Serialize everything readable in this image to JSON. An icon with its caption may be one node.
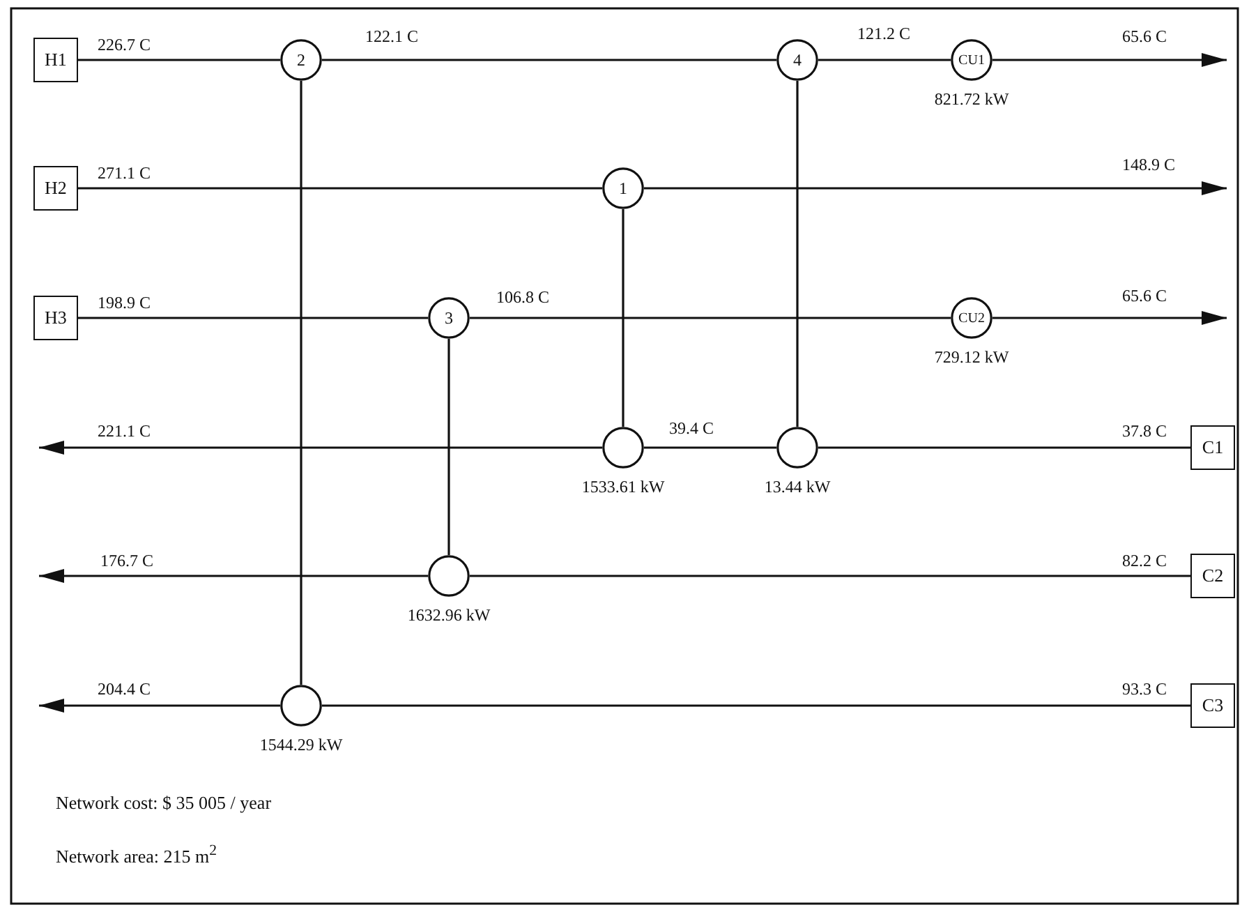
{
  "diagram": {
    "nodes": [
      {
        "text": [
          "H1"
        ]
      },
      {
        "text": [
          "2"
        ]
      },
      {
        "text": [
          "4"
        ]
      },
      {
        "text": [
          "CU1"
        ],
        "beside": [
          "821.72 kW"
        ]
      },
      {
        "text": [
          "H2"
        ]
      },
      {
        "text": [
          "1"
        ]
      },
      {
        "text": [
          "H3"
        ]
      },
      {
        "text": [
          "3"
        ]
      },
      {
        "text": [
          "CU2"
        ],
        "beside": [
          "729.12 kW"
        ]
      },
      {
        "text": [],
        "shape": "circle",
        "beside": [
          "1533.61 kW"
        ]
      },
      {
        "text": [],
        "shape": "circle",
        "beside": [
          "13.44 kW"
        ]
      },
      {
        "text": [
          "C1"
        ]
      },
      {
        "text": [],
        "shape": "circle",
        "beside": [
          "1632.96 kW"
        ]
      },
      {
        "text": [
          "C2"
        ]
      },
      {
        "text": [],
        "shape": "circle",
        "beside": [
          "1544.29 kW"
        ]
      },
      {
        "text": [
          "C3"
        ]
      }
    ],
    "edges": [
      {
        "from": 0,
        "to": 1,
        "arrow": "none",
        "label": "226.7 C"
      },
      {
        "from": 1,
        "to": 2,
        "arrow": "none",
        "label": "122.1 C"
      },
      {
        "from": 2,
        "to": 3,
        "arrow": "none",
        "label": "121.2 C"
      },
      {
        "from": 3,
        "to": null,
        "arrow": "to",
        "label": "65.6 C"
      },
      {
        "from": 4,
        "to": 5,
        "arrow": "none",
        "label": "271.1 C"
      },
      {
        "from": 5,
        "to": null,
        "arrow": "to",
        "label": "148.9 C"
      },
      {
        "from": 6,
        "to": 7,
        "arrow": "none",
        "label": "198.9 C"
      },
      {
        "from": 7,
        "to": 8,
        "arrow": "none",
        "label": "106.8 C"
      },
      {
        "from": 8,
        "to": null,
        "arrow": "to",
        "label": "65.6 C"
      },
      {
        "from": 11,
        "to": 10,
        "arrow": "none",
        "label": "37.8 C"
      },
      {
        "from": 10,
        "to": 9,
        "arrow": "none",
        "label": "39.4 C"
      },
      {
        "from": 9,
        "to": null,
        "arrow": "to",
        "label": "221.1 C"
      },
      {
        "from": 13,
        "to": 12,
        "arrow": "none",
        "label": "82.2 C"
      },
      {
        "from": 12,
        "to": null,
        "arrow": "to",
        "label": "176.7 C"
      },
      {
        "from": 15,
        "to": 14,
        "arrow": "none",
        "label": "93.3 C"
      },
      {
        "from": 14,
        "to": null,
        "arrow": "to",
        "label": "204.4 C"
      },
      {
        "from": 1,
        "to": 14,
        "arrow": "none"
      },
      {
        "from": 5,
        "to": 9,
        "arrow": "none"
      },
      {
        "from": 7,
        "to": 12,
        "arrow": "none"
      },
      {
        "from": 2,
        "to": 10,
        "arrow": "none"
      }
    ],
    "labels": [
      "Network cost: $ 35 005 / year",
      "Network area: 215 m$^{2}$"
    ]
  }
}
